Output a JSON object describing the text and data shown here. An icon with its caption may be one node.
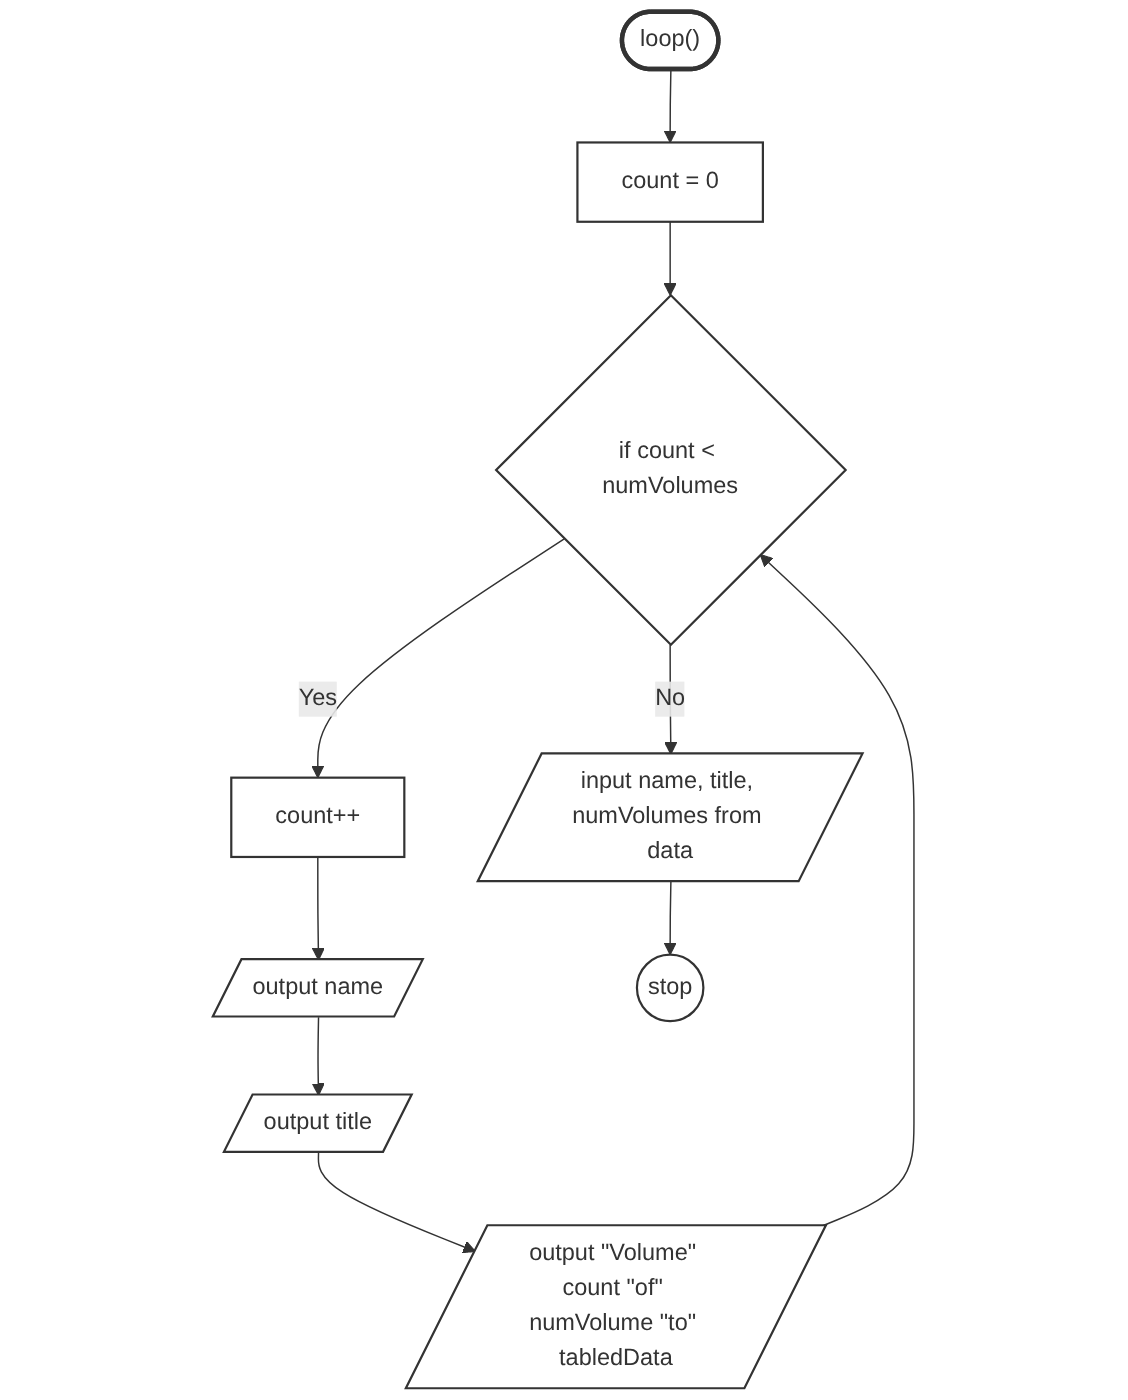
{
  "diagram": {
    "nodes": [
      {
        "text": [
          "loop()"
        ]
      },
      {
        "text": [
          "count = 0"
        ]
      },
      {
        "text": [
          "if count < numVolumes"
        ]
      },
      {
        "text": [
          "count++"
        ]
      },
      {
        "text": [
          "input name, title, numVolumes from data"
        ]
      },
      {
        "text": [
          "output name"
        ]
      },
      {
        "text": [
          "stop"
        ]
      },
      {
        "text": [
          "output title"
        ]
      },
      {
        "text": [
          "output \"Volume\" count \"of\" numVolume \"to\" tabledData"
        ]
      }
    ],
    "edges": [
      {
        "from": 0,
        "to": 1,
        "arrow": "to"
      },
      {
        "from": 1,
        "to": 2,
        "arrow": "to"
      },
      {
        "from": 2,
        "to": 3,
        "arrow": "to",
        "label": "Yes"
      },
      {
        "from": 2,
        "to": 4,
        "arrow": "to",
        "label": "No"
      },
      {
        "from": 3,
        "to": 5,
        "arrow": "to"
      },
      {
        "from": 4,
        "to": 6,
        "arrow": "to"
      },
      {
        "from": 5,
        "to": 7,
        "arrow": "to"
      },
      {
        "from": 7,
        "to": 8,
        "arrow": "to"
      },
      {
        "from": 8,
        "to": 2,
        "arrow": "to"
      }
    ]
  }
}
